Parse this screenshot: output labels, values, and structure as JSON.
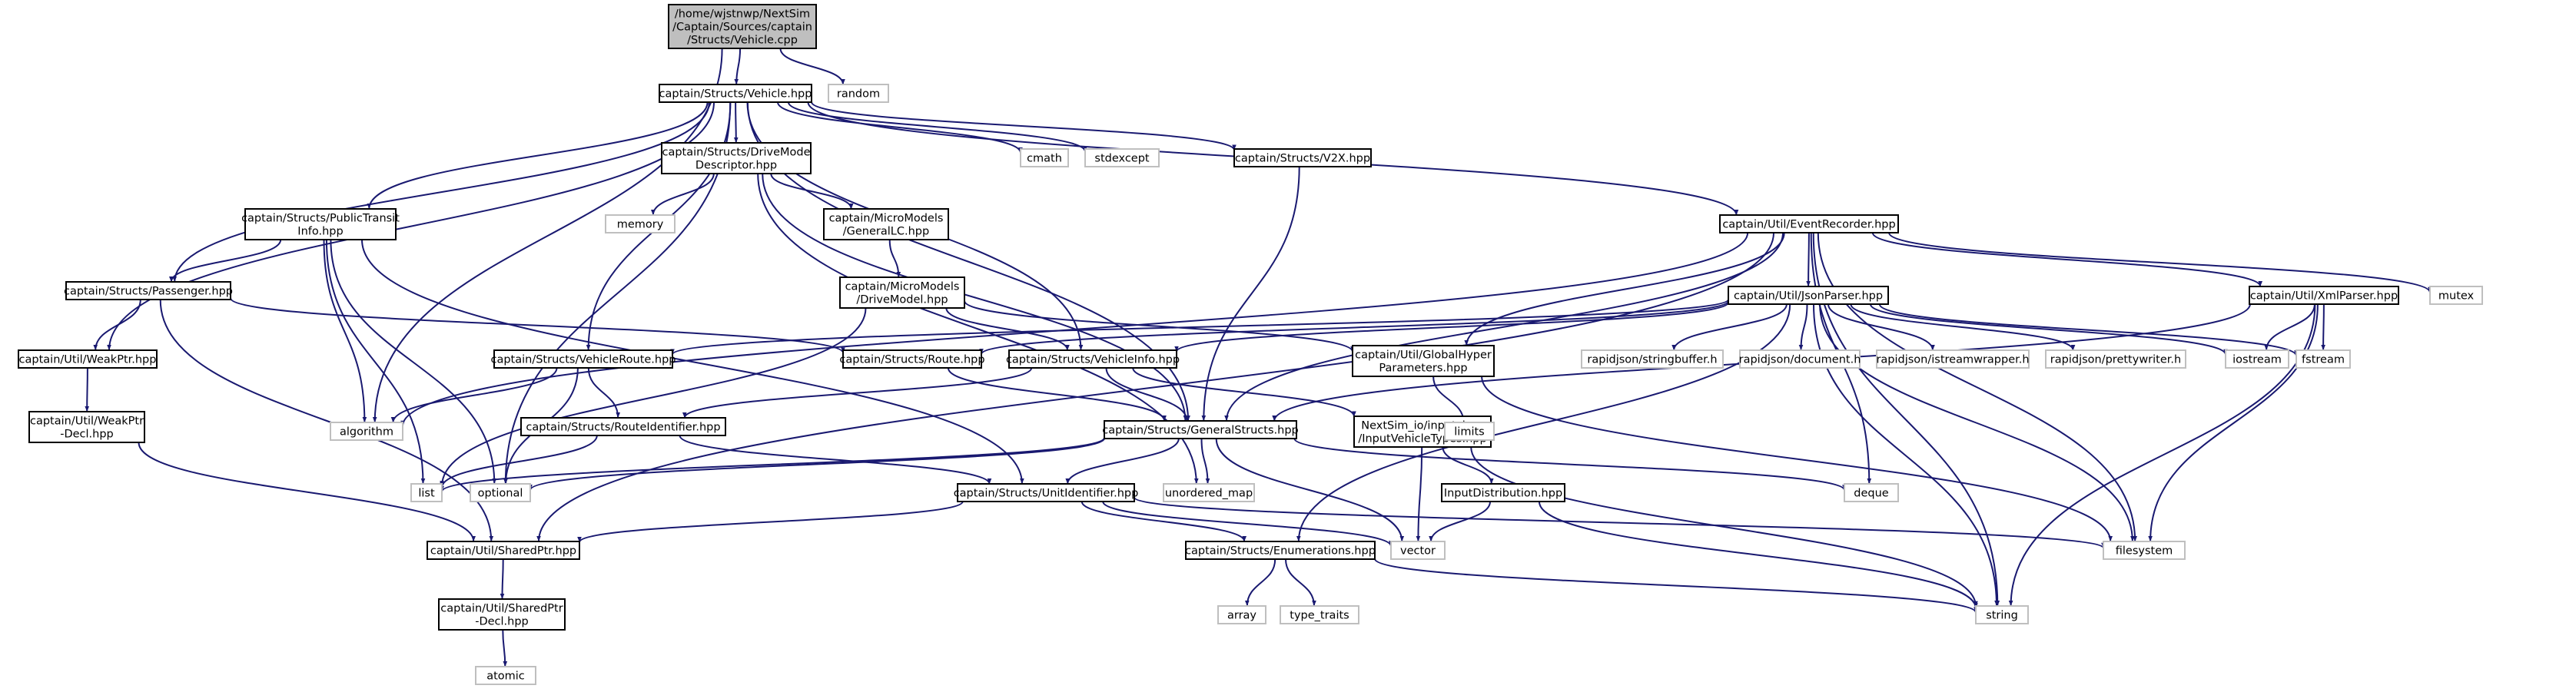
{
  "graph": {
    "type": "include-dependency-graph",
    "colors": {
      "edge": "#191970",
      "project_border": "#000000",
      "system_border": "#bfbfbf",
      "root_fill": "#bfbfbf"
    },
    "nodes": [
      {
        "id": "root",
        "kind": "root",
        "lines": [
          "/home/wjstnwp/NextSim",
          "/Captain/Sources/captain",
          "/Structs/Vehicle.cpp"
        ]
      },
      {
        "id": "vehicle_hpp",
        "kind": "project",
        "lines": [
          "captain/Structs/Vehicle.hpp"
        ]
      },
      {
        "id": "random",
        "kind": "system",
        "lines": [
          "random"
        ]
      },
      {
        "id": "drivemode",
        "kind": "project",
        "lines": [
          "captain/Structs/DriveMode",
          "Descriptor.hpp"
        ]
      },
      {
        "id": "cmath",
        "kind": "system",
        "lines": [
          "cmath"
        ]
      },
      {
        "id": "stdexcept",
        "kind": "system",
        "lines": [
          "stdexcept"
        ]
      },
      {
        "id": "v2x",
        "kind": "project",
        "lines": [
          "captain/Structs/V2X.hpp"
        ]
      },
      {
        "id": "publictransit",
        "kind": "project",
        "lines": [
          "captain/Structs/PublicTransit",
          "Info.hpp"
        ]
      },
      {
        "id": "memory",
        "kind": "system",
        "lines": [
          "memory"
        ]
      },
      {
        "id": "generallc",
        "kind": "project",
        "lines": [
          "captain/MicroModels",
          "/GeneralLC.hpp"
        ]
      },
      {
        "id": "eventrecorder",
        "kind": "project",
        "lines": [
          "captain/Util/EventRecorder.hpp"
        ]
      },
      {
        "id": "passenger",
        "kind": "project",
        "lines": [
          "captain/Structs/Passenger.hpp"
        ]
      },
      {
        "id": "drivemodel",
        "kind": "project",
        "lines": [
          "captain/MicroModels",
          "/DriveModel.hpp"
        ]
      },
      {
        "id": "jsonparser",
        "kind": "project",
        "lines": [
          "captain/Util/JsonParser.hpp"
        ]
      },
      {
        "id": "xmlparser",
        "kind": "project",
        "lines": [
          "captain/Util/XmlParser.hpp"
        ]
      },
      {
        "id": "mutex",
        "kind": "system",
        "lines": [
          "mutex"
        ]
      },
      {
        "id": "weakptr",
        "kind": "project",
        "lines": [
          "captain/Util/WeakPtr.hpp"
        ]
      },
      {
        "id": "vehicleroute",
        "kind": "project",
        "lines": [
          "captain/Structs/VehicleRoute.hpp"
        ]
      },
      {
        "id": "route",
        "kind": "project",
        "lines": [
          "captain/Structs/Route.hpp"
        ]
      },
      {
        "id": "vehicleinfo",
        "kind": "project",
        "lines": [
          "captain/Structs/VehicleInfo.hpp"
        ]
      },
      {
        "id": "globalhyper",
        "kind": "project",
        "lines": [
          "captain/Util/GlobalHyper",
          "Parameters.hpp"
        ]
      },
      {
        "id": "rj_stringbuffer",
        "kind": "system",
        "lines": [
          "rapidjson/stringbuffer.h"
        ]
      },
      {
        "id": "rj_document",
        "kind": "system",
        "lines": [
          "rapidjson/document.h"
        ]
      },
      {
        "id": "rj_istream",
        "kind": "system",
        "lines": [
          "rapidjson/istreamwrapper.h"
        ]
      },
      {
        "id": "rj_pretty",
        "kind": "system",
        "lines": [
          "rapidjson/prettywriter.h"
        ]
      },
      {
        "id": "iostream",
        "kind": "system",
        "lines": [
          "iostream"
        ]
      },
      {
        "id": "fstream",
        "kind": "system",
        "lines": [
          "fstream"
        ]
      },
      {
        "id": "weakptr_decl",
        "kind": "project",
        "lines": [
          "captain/Util/WeakPtr",
          "-Decl.hpp"
        ]
      },
      {
        "id": "algorithm",
        "kind": "system",
        "lines": [
          "algorithm"
        ]
      },
      {
        "id": "routeidentifier",
        "kind": "project",
        "lines": [
          "captain/Structs/RouteIdentifier.hpp"
        ]
      },
      {
        "id": "generalstructs",
        "kind": "project",
        "lines": [
          "captain/Structs/GeneralStructs.hpp"
        ]
      },
      {
        "id": "inputvehicletypes",
        "kind": "project",
        "lines": [
          "NextSim_io/inputclass",
          "/InputVehicleTypes.hpp"
        ]
      },
      {
        "id": "limits",
        "kind": "system",
        "lines": [
          "limits"
        ]
      },
      {
        "id": "list",
        "kind": "system",
        "lines": [
          "list"
        ]
      },
      {
        "id": "optional",
        "kind": "system",
        "lines": [
          "optional"
        ]
      },
      {
        "id": "unordered_map",
        "kind": "system",
        "lines": [
          "unordered_map"
        ]
      },
      {
        "id": "deque",
        "kind": "system",
        "lines": [
          "deque"
        ]
      },
      {
        "id": "unitidentifier",
        "kind": "project",
        "lines": [
          "captain/Structs/UnitIdentifier.hpp"
        ]
      },
      {
        "id": "inputdistribution",
        "kind": "project",
        "lines": [
          "InputDistribution.hpp"
        ]
      },
      {
        "id": "sharedptr",
        "kind": "project",
        "lines": [
          "captain/Util/SharedPtr.hpp"
        ]
      },
      {
        "id": "enumerations",
        "kind": "project",
        "lines": [
          "captain/Structs/Enumerations.hpp"
        ]
      },
      {
        "id": "vector",
        "kind": "system",
        "lines": [
          "vector"
        ]
      },
      {
        "id": "filesystem",
        "kind": "system",
        "lines": [
          "filesystem"
        ]
      },
      {
        "id": "sharedptr_decl",
        "kind": "project",
        "lines": [
          "captain/Util/SharedPtr",
          "-Decl.hpp"
        ]
      },
      {
        "id": "array",
        "kind": "system",
        "lines": [
          "array"
        ]
      },
      {
        "id": "type_traits",
        "kind": "system",
        "lines": [
          "type_traits"
        ]
      },
      {
        "id": "string",
        "kind": "system",
        "lines": [
          "string"
        ]
      },
      {
        "id": "atomic",
        "kind": "system",
        "lines": [
          "atomic"
        ]
      }
    ],
    "edges": [
      [
        "root",
        "vehicle_hpp"
      ],
      [
        "root",
        "random"
      ],
      [
        "root",
        "algorithm"
      ],
      [
        "vehicle_hpp",
        "drivemode"
      ],
      [
        "vehicle_hpp",
        "cmath"
      ],
      [
        "vehicle_hpp",
        "stdexcept"
      ],
      [
        "vehicle_hpp",
        "v2x"
      ],
      [
        "vehicle_hpp",
        "publictransit"
      ],
      [
        "vehicle_hpp",
        "eventrecorder"
      ],
      [
        "vehicle_hpp",
        "passenger"
      ],
      [
        "vehicle_hpp",
        "weakptr"
      ],
      [
        "vehicle_hpp",
        "vehicleroute"
      ],
      [
        "vehicle_hpp",
        "vehicleinfo"
      ],
      [
        "vehicle_hpp",
        "generalstructs"
      ],
      [
        "vehicle_hpp",
        "optional"
      ],
      [
        "drivemode",
        "memory"
      ],
      [
        "drivemode",
        "generallc"
      ],
      [
        "drivemode",
        "generalstructs"
      ],
      [
        "drivemode",
        "unordered_map"
      ],
      [
        "generallc",
        "drivemodel"
      ],
      [
        "drivemodel",
        "vehicleinfo"
      ],
      [
        "drivemodel",
        "globalhyper"
      ],
      [
        "drivemodel",
        "list"
      ],
      [
        "publictransit",
        "passenger"
      ],
      [
        "publictransit",
        "algorithm"
      ],
      [
        "publictransit",
        "list"
      ],
      [
        "publictransit",
        "optional"
      ],
      [
        "publictransit",
        "unitidentifier"
      ],
      [
        "passenger",
        "weakptr"
      ],
      [
        "passenger",
        "route"
      ],
      [
        "passenger",
        "sharedptr"
      ],
      [
        "weakptr",
        "weakptr_decl"
      ],
      [
        "weakptr_decl",
        "sharedptr"
      ],
      [
        "v2x",
        "generalstructs"
      ],
      [
        "eventrecorder",
        "jsonparser"
      ],
      [
        "eventrecorder",
        "xmlparser"
      ],
      [
        "eventrecorder",
        "mutex"
      ],
      [
        "eventrecorder",
        "globalhyper"
      ],
      [
        "eventrecorder",
        "generalstructs"
      ],
      [
        "eventrecorder",
        "algorithm"
      ],
      [
        "eventrecorder",
        "sharedptr"
      ],
      [
        "eventrecorder",
        "deque"
      ],
      [
        "eventrecorder",
        "filesystem"
      ],
      [
        "eventrecorder",
        "string"
      ],
      [
        "jsonparser",
        "vehicleroute"
      ],
      [
        "jsonparser",
        "route"
      ],
      [
        "jsonparser",
        "vehicleinfo"
      ],
      [
        "jsonparser",
        "rj_stringbuffer"
      ],
      [
        "jsonparser",
        "rj_document"
      ],
      [
        "jsonparser",
        "rj_istream"
      ],
      [
        "jsonparser",
        "rj_pretty"
      ],
      [
        "jsonparser",
        "iostream"
      ],
      [
        "jsonparser",
        "fstream"
      ],
      [
        "jsonparser",
        "enumerations"
      ],
      [
        "jsonparser",
        "filesystem"
      ],
      [
        "jsonparser",
        "string"
      ],
      [
        "xmlparser",
        "iostream"
      ],
      [
        "xmlparser",
        "fstream"
      ],
      [
        "xmlparser",
        "filesystem"
      ],
      [
        "xmlparser",
        "string"
      ],
      [
        "xmlparser",
        "generalstructs"
      ],
      [
        "vehicleroute",
        "algorithm"
      ],
      [
        "vehicleroute",
        "routeidentifier"
      ],
      [
        "vehicleroute",
        "optional"
      ],
      [
        "route",
        "generalstructs"
      ],
      [
        "vehicleinfo",
        "routeidentifier"
      ],
      [
        "vehicleinfo",
        "generalstructs"
      ],
      [
        "vehicleinfo",
        "inputvehicletypes"
      ],
      [
        "globalhyper",
        "limits"
      ],
      [
        "globalhyper",
        "filesystem"
      ],
      [
        "routeidentifier",
        "list"
      ],
      [
        "routeidentifier",
        "unitidentifier"
      ],
      [
        "generalstructs",
        "unitidentifier"
      ],
      [
        "generalstructs",
        "list"
      ],
      [
        "generalstructs",
        "optional"
      ],
      [
        "generalstructs",
        "unordered_map"
      ],
      [
        "generalstructs",
        "deque"
      ],
      [
        "generalstructs",
        "vector"
      ],
      [
        "inputvehicletypes",
        "inputdistribution"
      ],
      [
        "inputvehicletypes",
        "vector"
      ],
      [
        "inputvehicletypes",
        "string"
      ],
      [
        "inputdistribution",
        "vector"
      ],
      [
        "inputdistribution",
        "string"
      ],
      [
        "unitidentifier",
        "sharedptr"
      ],
      [
        "unitidentifier",
        "enumerations"
      ],
      [
        "unitidentifier",
        "vector"
      ],
      [
        "unitidentifier",
        "filesystem"
      ],
      [
        "sharedptr",
        "sharedptr_decl"
      ],
      [
        "sharedptr_decl",
        "atomic"
      ],
      [
        "enumerations",
        "array"
      ],
      [
        "enumerations",
        "type_traits"
      ],
      [
        "enumerations",
        "string"
      ]
    ]
  }
}
